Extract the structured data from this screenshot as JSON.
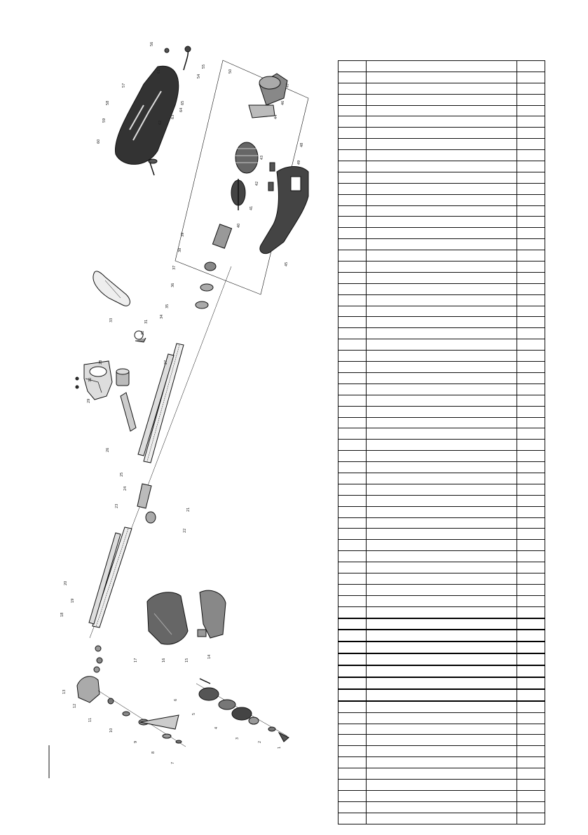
{
  "diagram": {
    "callouts": [
      "56",
      "61",
      "57",
      "58",
      "59",
      "60",
      "62",
      "63",
      "64",
      "65",
      "54",
      "55",
      "50",
      "47",
      "46",
      "48",
      "49",
      "45",
      "44",
      "43",
      "42",
      "41",
      "40",
      "39",
      "38",
      "37",
      "36",
      "35",
      "34",
      "33",
      "32",
      "31",
      "30",
      "29",
      "28",
      "27",
      "26",
      "25",
      "24",
      "23",
      "22",
      "21",
      "20",
      "19",
      "18",
      "17",
      "16",
      "15",
      "14",
      "13",
      "12",
      "11",
      "10",
      "9",
      "8",
      "7",
      "6",
      "5",
      "4",
      "3",
      "2",
      "1"
    ]
  },
  "table": {
    "row_count": 68,
    "thick_rows": [
      50,
      51,
      52,
      53,
      54,
      55,
      56,
      57
    ],
    "rows": []
  },
  "colors": {
    "ink": "#111111",
    "paper": "#ffffff"
  }
}
